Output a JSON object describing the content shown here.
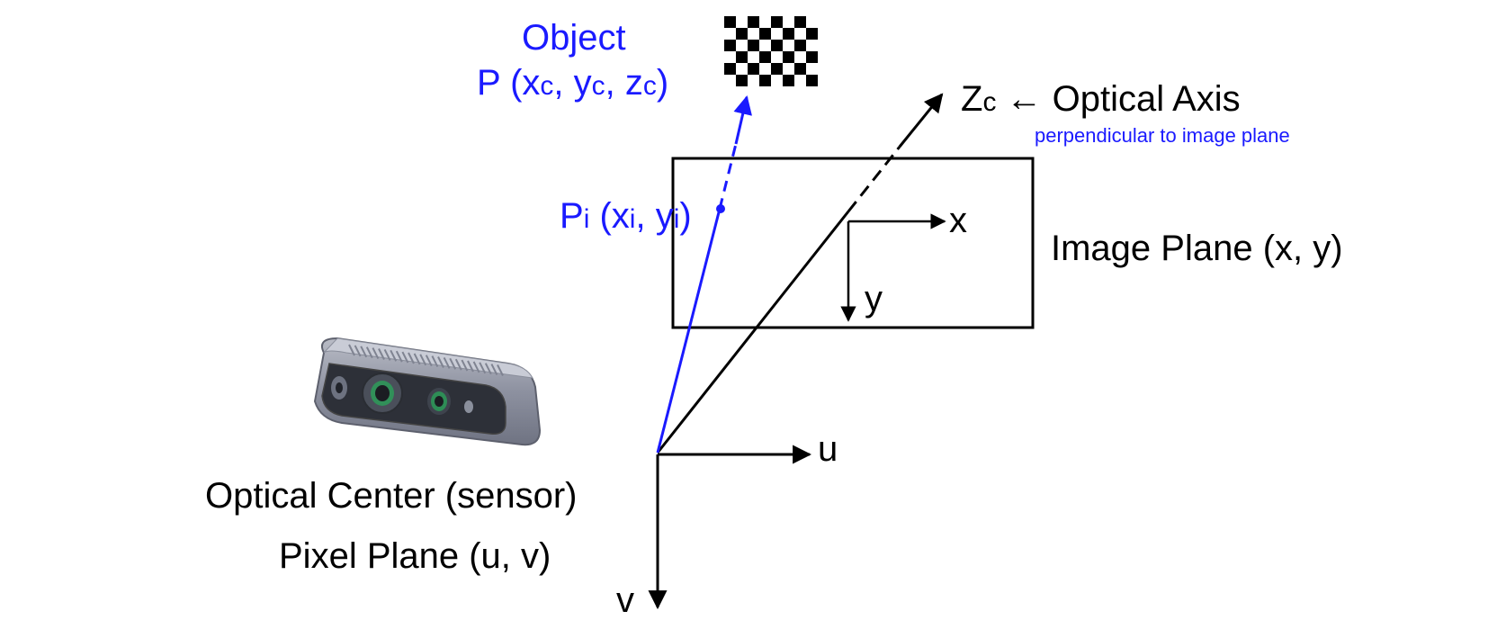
{
  "object": {
    "title": "Object",
    "p_label": "P (",
    "xc": "x",
    "xc_sub": "c",
    "comma1": ", ",
    "yc": "y",
    "yc_sub": "c",
    "comma2": ", ",
    "zc": "z",
    "zc_sub": "c",
    "close": ")"
  },
  "image_point": {
    "p": "P",
    "p_sub": "i",
    "open": " (",
    "x": "x",
    "x_sub": "i",
    "comma": ", ",
    "y": "y",
    "y_sub": "i",
    "close": ")"
  },
  "optical_axis": {
    "z": "Z",
    "z_sub": "c",
    "arrow": " ← ",
    "label": "Optical Axis",
    "note": "perpendicular to image plane"
  },
  "image_plane": {
    "label": "Image Plane (x, y)",
    "x_axis": "x",
    "y_axis": "y"
  },
  "pixel_plane": {
    "center_label": "Optical Center (sensor)",
    "label": "Pixel Plane (u, v)",
    "u_axis": "u",
    "v_axis": "v"
  },
  "colors": {
    "ray": "#1a1aff",
    "axes": "#000000"
  }
}
